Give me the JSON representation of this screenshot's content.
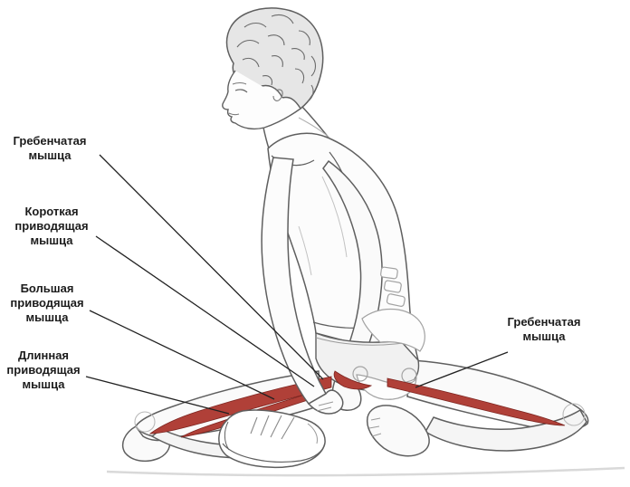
{
  "diagram": {
    "labels": {
      "pectineus_left": "Гребенчатая\nмышца",
      "adductor_brevis": "Короткая\nприводящая\nмышца",
      "adductor_magnus": "Большая\nприводящая\nмышца",
      "adductor_longus": "Длинная\nприводящая\nмышца",
      "pectineus_right": "Гребенчатая\nмышца"
    },
    "colors": {
      "muscle_fill": "#b04038",
      "muscle_stroke": "#7c241f",
      "leader_line": "#222222",
      "label_text": "#1c1c1c",
      "sketch_stroke": "#5f5f5f"
    }
  }
}
